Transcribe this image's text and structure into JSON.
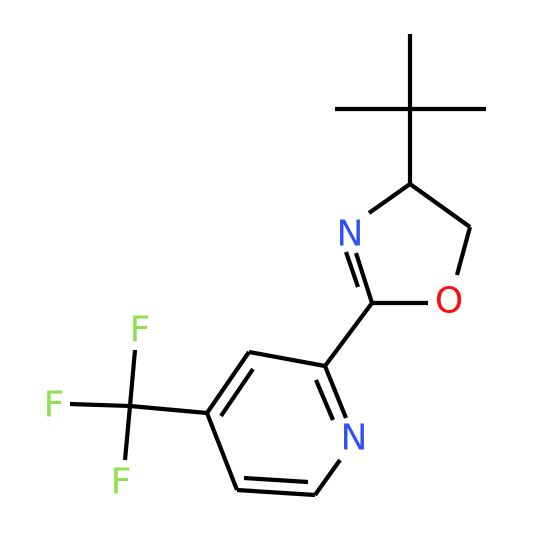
{
  "molecule": {
    "atoms": {
      "N_oxazoline": {
        "symbol": "N",
        "color": "#3050F8"
      },
      "O_oxazoline": {
        "symbol": "O",
        "color": "#FF0D0D"
      },
      "N_pyridine": {
        "symbol": "N",
        "color": "#3050F8"
      },
      "F1": {
        "symbol": "F",
        "color": "#90E050"
      },
      "F2": {
        "symbol": "F",
        "color": "#90E050"
      },
      "F3": {
        "symbol": "F",
        "color": "#90E050"
      }
    },
    "bond_color": "#000000"
  }
}
